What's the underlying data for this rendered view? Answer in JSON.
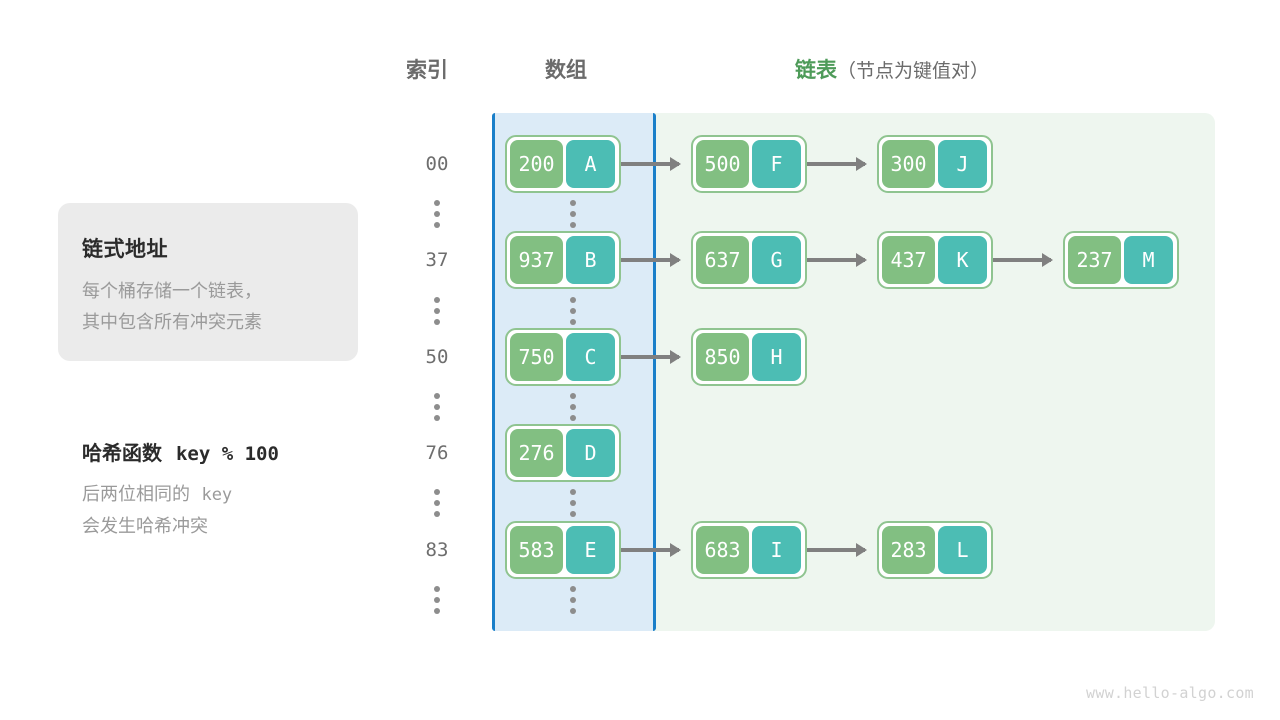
{
  "headers": {
    "index": "索引",
    "array": "数组",
    "list_main": "链表",
    "list_sub": "（节点为键值对）"
  },
  "info_card": {
    "title": "链式地址",
    "line1": "每个桶存储一个链表，",
    "line2": "其中包含所有冲突元素"
  },
  "hash": {
    "title_label": "哈希函数",
    "title_expr": "key % 100",
    "line1_a": "后两位相同的",
    "line1_b": "key",
    "line2": "会发生哈希冲突"
  },
  "colors": {
    "key_fill": "#82bf82",
    "value_fill": "#4cbdb4",
    "node_border": "#8fc490",
    "array_region_bg": "#dcebf7",
    "array_region_border": "#1a7fc9",
    "list_region_bg": "#eef6ef",
    "arrow": "#808080",
    "header_text": "#6b6b6b",
    "list_header_text": "#4e9b59",
    "card_bg": "#ebebeb",
    "muted_text": "#9a9a9a"
  },
  "buckets": [
    {
      "index": "00",
      "nodes": [
        {
          "key": "200",
          "value": "A"
        },
        {
          "key": "500",
          "value": "F"
        },
        {
          "key": "300",
          "value": "J"
        }
      ]
    },
    {
      "index": "37",
      "nodes": [
        {
          "key": "937",
          "value": "B"
        },
        {
          "key": "637",
          "value": "G"
        },
        {
          "key": "437",
          "value": "K"
        },
        {
          "key": "237",
          "value": "M"
        }
      ]
    },
    {
      "index": "50",
      "nodes": [
        {
          "key": "750",
          "value": "C"
        },
        {
          "key": "850",
          "value": "H"
        }
      ]
    },
    {
      "index": "76",
      "nodes": [
        {
          "key": "276",
          "value": "D"
        }
      ]
    },
    {
      "index": "83",
      "nodes": [
        {
          "key": "583",
          "value": "E"
        },
        {
          "key": "683",
          "value": "I"
        },
        {
          "key": "283",
          "value": "L"
        }
      ]
    }
  ],
  "ellipsis_symbol": "⋮",
  "watermark": "www.hello-algo.com"
}
